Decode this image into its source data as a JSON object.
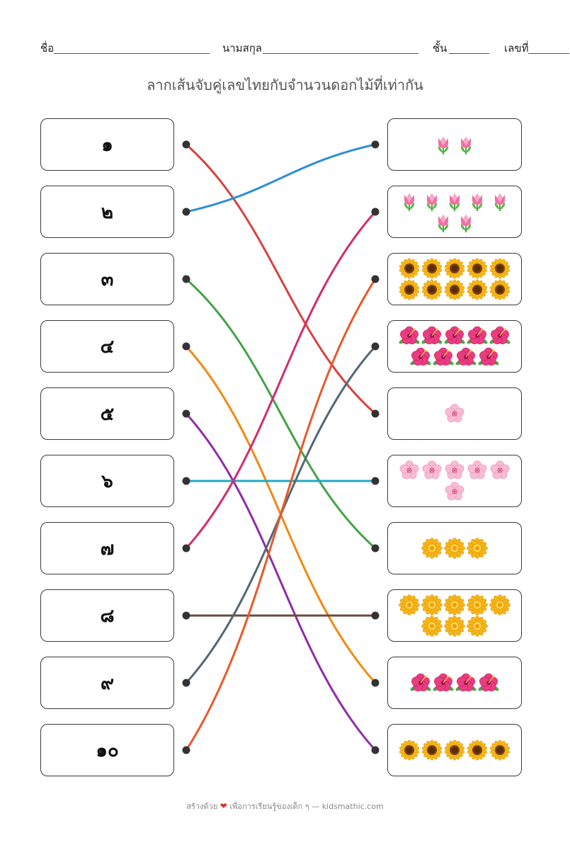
{
  "header": {
    "name_label": "ชื่อ",
    "surname_label": "นามสกุล",
    "class_label": "ชั้น",
    "number_label": "เลขที่"
  },
  "title": "ลากเส้นจับคู่เลขไทยกับจำนวนดอกไม้ที่เท่ากัน",
  "numbers": [
    "๑",
    "๒",
    "๓",
    "๔",
    "๕",
    "๖",
    "๗",
    "๘",
    "๙",
    "๑๐"
  ],
  "flower_groups": [
    {
      "icon": "tulip-icon",
      "count": 2
    },
    {
      "icon": "tulip-icon",
      "count": 7
    },
    {
      "icon": "sunflower-icon",
      "count": 10
    },
    {
      "icon": "hibiscus-icon",
      "count": 9
    },
    {
      "icon": "cherry-blossom-icon",
      "count": 1
    },
    {
      "icon": "cherry-blossom-icon",
      "count": 6
    },
    {
      "icon": "blossom-icon",
      "count": 3
    },
    {
      "icon": "blossom-icon",
      "count": 8
    },
    {
      "icon": "hibiscus-icon",
      "count": 4
    },
    {
      "icon": "sunflower-icon",
      "count": 5
    }
  ],
  "matches": [
    {
      "number_index": 0,
      "group_index": 4,
      "color": "#d9413f"
    },
    {
      "number_index": 1,
      "group_index": 0,
      "color": "#2f8fd8"
    },
    {
      "number_index": 2,
      "group_index": 6,
      "color": "#43a347"
    },
    {
      "number_index": 3,
      "group_index": 8,
      "color": "#f08a12"
    },
    {
      "number_index": 4,
      "group_index": 9,
      "color": "#8e2ea8"
    },
    {
      "number_index": 5,
      "group_index": 5,
      "color": "#1fa9c4"
    },
    {
      "number_index": 6,
      "group_index": 1,
      "color": "#d12d6e"
    },
    {
      "number_index": 7,
      "group_index": 7,
      "color": "#6b4a3a"
    },
    {
      "number_index": 8,
      "group_index": 3,
      "color": "#546874"
    },
    {
      "number_index": 9,
      "group_index": 2,
      "color": "#e8582a"
    }
  ],
  "colors": {
    "box_border": "#3a3a3a",
    "dot": "#333333",
    "heart": "#d83535"
  },
  "footer": {
    "prefix": "สร้างด้วย",
    "heart_icon": "heart-icon",
    "suffix": "เพื่อการเรียนรู้ของเด็ก ๆ — kidsmathic.com"
  }
}
